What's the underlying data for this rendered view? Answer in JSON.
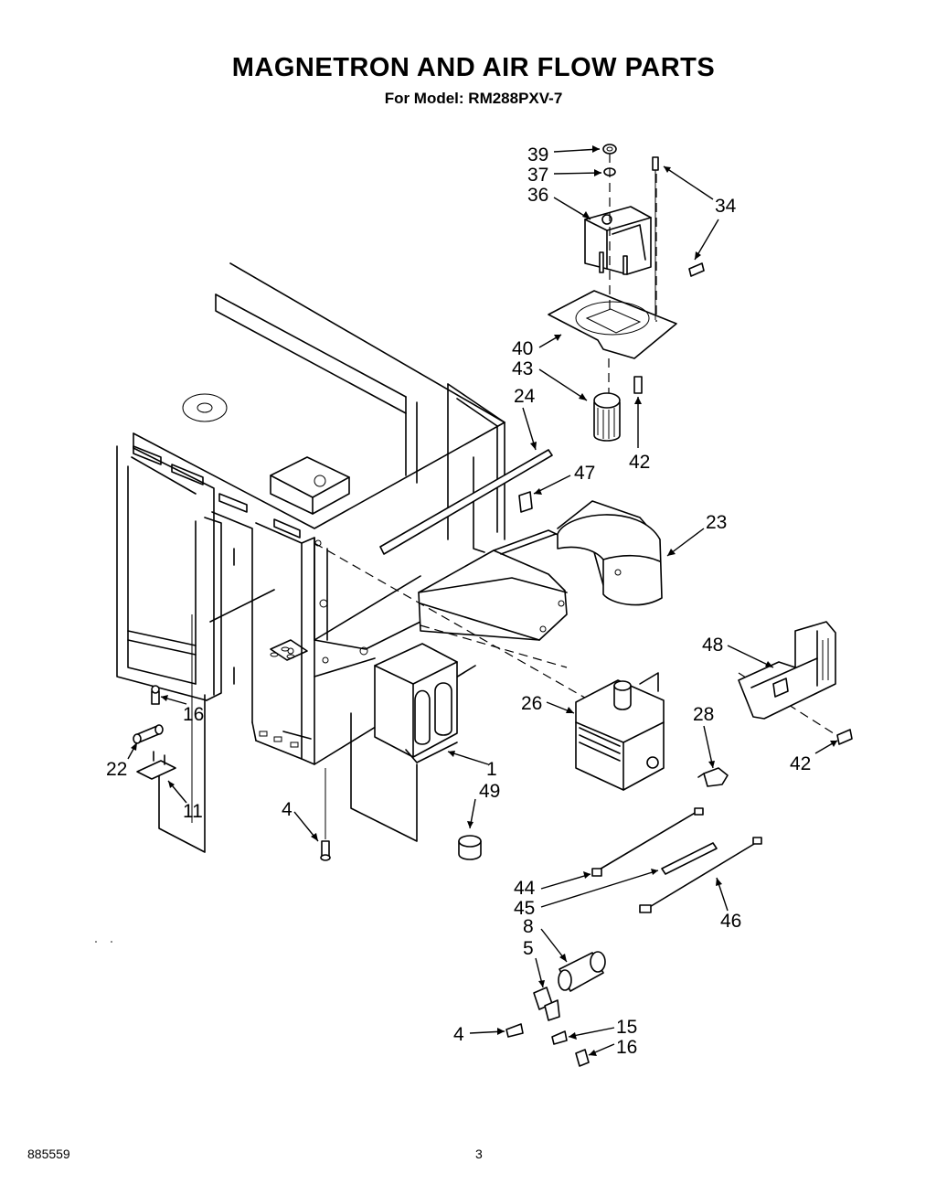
{
  "header": {
    "title": "MAGNETRON AND AIR FLOW PARTS",
    "subtitle": "For Model: RM288PXV-7"
  },
  "footer": {
    "code": "885559",
    "page": "3"
  },
  "callouts": {
    "p39": "39",
    "p37": "37",
    "p36": "36",
    "p34": "34",
    "p40": "40",
    "p43": "43",
    "p24": "24",
    "p42a": "42",
    "p47": "47",
    "p23": "23",
    "p48": "48",
    "p26": "26",
    "p28": "28",
    "p42b": "42",
    "p16a": "16",
    "p22": "22",
    "p11": "11",
    "p1": "1",
    "p49": "49",
    "p4a": "4",
    "p44": "44",
    "p45": "45",
    "p46": "46",
    "p8": "8",
    "p5": "5",
    "p4b": "4",
    "p15": "15",
    "p16b": "16"
  }
}
